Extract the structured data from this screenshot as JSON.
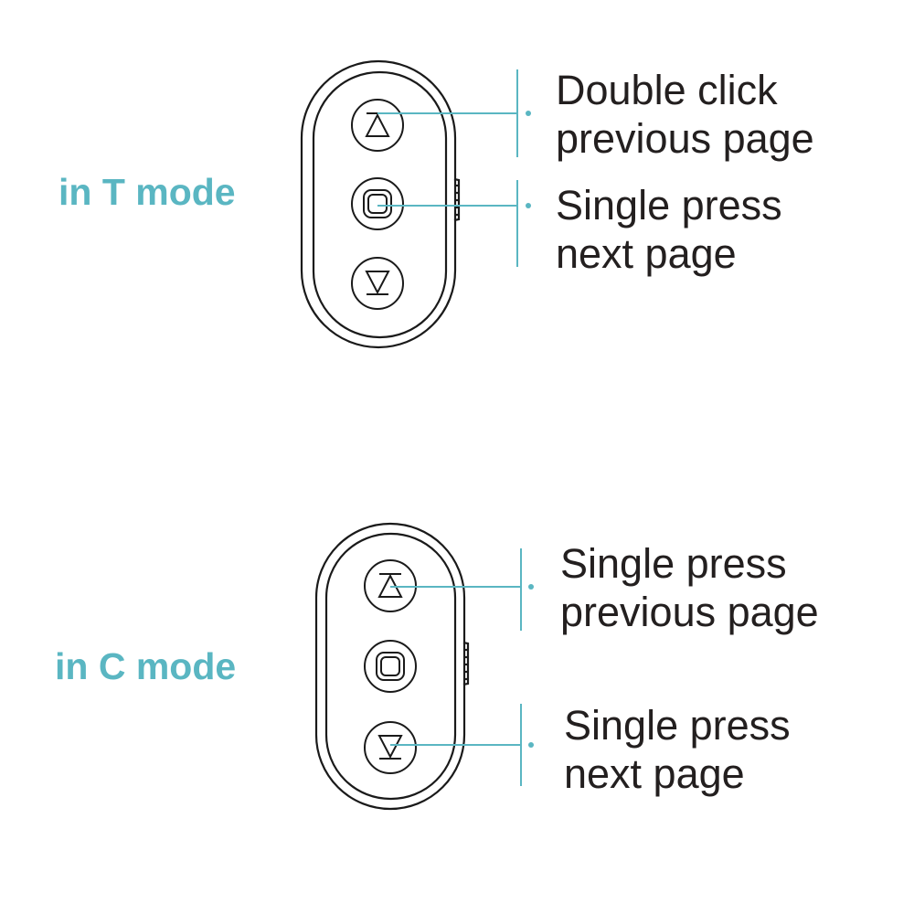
{
  "colors": {
    "accent": "#5ab6c2",
    "text": "#231f1f",
    "outline": "#1a1a1a"
  },
  "panels": [
    {
      "mode_label": "in T mode",
      "callouts": [
        {
          "line1": "Double click",
          "line2": "previous page"
        },
        {
          "line1": "Single press",
          "line2": "next page"
        }
      ],
      "buttons": [
        "up-arrow-icon",
        "square-icon",
        "down-arrow-icon"
      ]
    },
    {
      "mode_label": "in C mode",
      "callouts": [
        {
          "line1": "Single press",
          "line2": "previous page"
        },
        {
          "line1": "Single press",
          "line2": "next page"
        }
      ],
      "buttons": [
        "up-arrow-icon",
        "square-icon",
        "down-arrow-icon"
      ]
    }
  ]
}
